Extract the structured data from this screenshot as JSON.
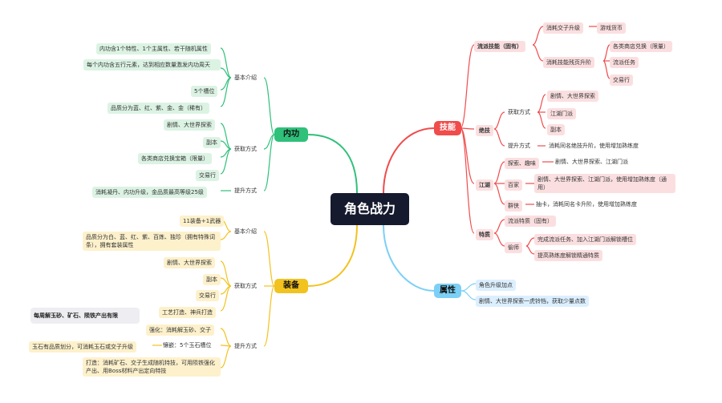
{
  "center": "角色战力",
  "colors": {
    "neigong": "#2fc07a",
    "zhuangbei": "#f2c21f",
    "jineng": "#f04c4c",
    "shuxing": "#7cd0f5",
    "center": "#161a2e"
  },
  "neigong": {
    "title": "内功",
    "basic": "基本介绍",
    "basic_items": [
      "内功含1个特性、1个主属性、若干随机属性",
      "每个内功含五行元素，达到相应数量激发内功周天",
      "5个槽位",
      "品质分为蓝、红、紫、金、金（稀有）"
    ],
    "obtain": "获取方式",
    "obtain_items": [
      "剧情、大世界探索",
      "副本",
      "各类商店兑换宝箱（限量）",
      "交易行"
    ],
    "upgrade": "提升方式",
    "upgrade_item": "消耗凝丹、内功升级，金品质最高等级25级"
  },
  "zhuangbei": {
    "title": "装备",
    "basic": "基本介绍",
    "basic_items": [
      "11装备+1武器",
      "品质分为白、蓝、红、紫、百炼、独珍（拥有特殊词条），拥有套装属性"
    ],
    "obtain": "获取方式",
    "obtain_items": [
      "剧情、大世界探索",
      "副本",
      "交易行",
      "工艺打造、神兵打造"
    ],
    "upgrade": "提升方式",
    "upgrade_items": [
      "强化：消耗解玉砂、交子",
      "镶嵌：5个玉石槽位",
      "打造：消耗矿石、交子生成随机特技，可用陨铁强化产出、用Boss材料产出定向特技"
    ],
    "inlay_note": "玉石有品质划分，可消耗玉石或交子升级",
    "weekly_note": "每周解玉砂、矿石、陨铁产出有限"
  },
  "jineng": {
    "title": "技能",
    "liupai": "流派技能（固有）",
    "liupai_a": "消耗交子升级",
    "liupai_a1": "游戏货币",
    "liupai_b": "消耗技能残页升阶",
    "liupai_b_items": [
      "各类商店兑换（限量）",
      "流派任务",
      "交易行"
    ],
    "jueji": "绝技",
    "jueji_obtain": "获取方式",
    "jueji_obtain_items": [
      "剧情、大世界探索",
      "江湖门派",
      "副本"
    ],
    "jueji_upgrade": "提升方式",
    "jueji_upgrade_item": "消耗同名绝技升阶，使用增加熟练度",
    "jianghu": "江湖",
    "jh_a": "探索、趣味",
    "jh_a1": "剧情、大世界探索、江湖门派",
    "jh_b": "百家",
    "jh_b1": "剧情、大世界探索、江湖门派，使用增加熟练度（通用）",
    "jh_c": "群侠",
    "jh_c1": "抽卡，消耗同名卡升阶，使用增加熟练度",
    "texing": "特质",
    "tx_a": "流派特质（固有）",
    "tx_b": "偷师",
    "tx_b_items": [
      "完成流派任务、加入江湖门派解锁槽位",
      "提高熟练度解锁精通特质"
    ]
  },
  "shuxing": {
    "title": "属性",
    "items": [
      "角色升级加点",
      "剧情、大世界探索一虎铃铛，获取少量点数"
    ]
  }
}
